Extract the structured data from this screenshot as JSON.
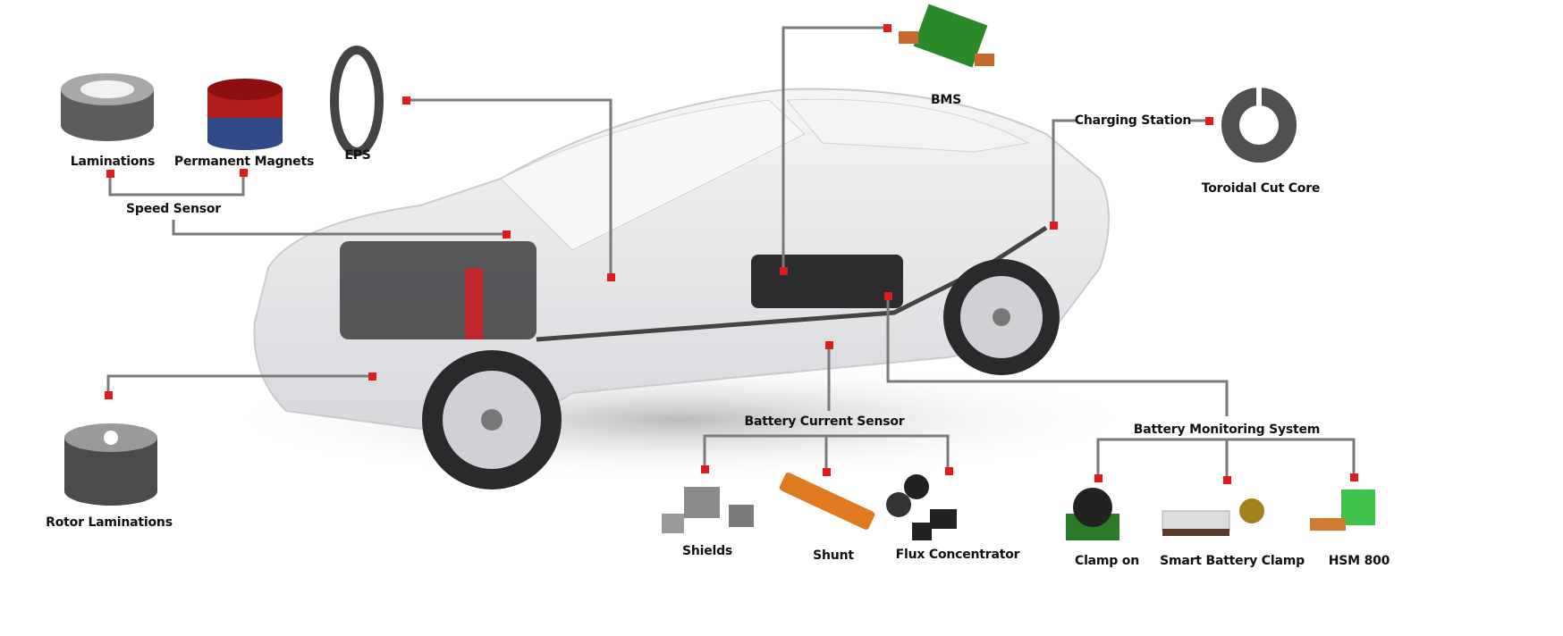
{
  "colors": {
    "connector": "#7a7a7a",
    "marker": "#e01b1b",
    "car_body": "#e9eaec"
  },
  "labels": {
    "laminations": "Laminations",
    "permanent_magnets": "Permanent Magnets",
    "eps": "EPS",
    "speed_sensor": "Speed Sensor",
    "bms": "BMS",
    "charging_station": "Charging Station",
    "toroidal_cut_core": "Toroidal Cut Core",
    "rotor_laminations": "Rotor Laminations",
    "battery_current_sensor": "Battery Current Sensor",
    "shields": "Shields",
    "shunt": "Shunt",
    "flux_concentrator": "Flux Concentrator",
    "battery_monitoring_system": "Battery Monitoring System",
    "clamp_on": "Clamp on",
    "smart_battery_clamp": "Smart Battery Clamp",
    "hsm_800": "HSM 800"
  }
}
